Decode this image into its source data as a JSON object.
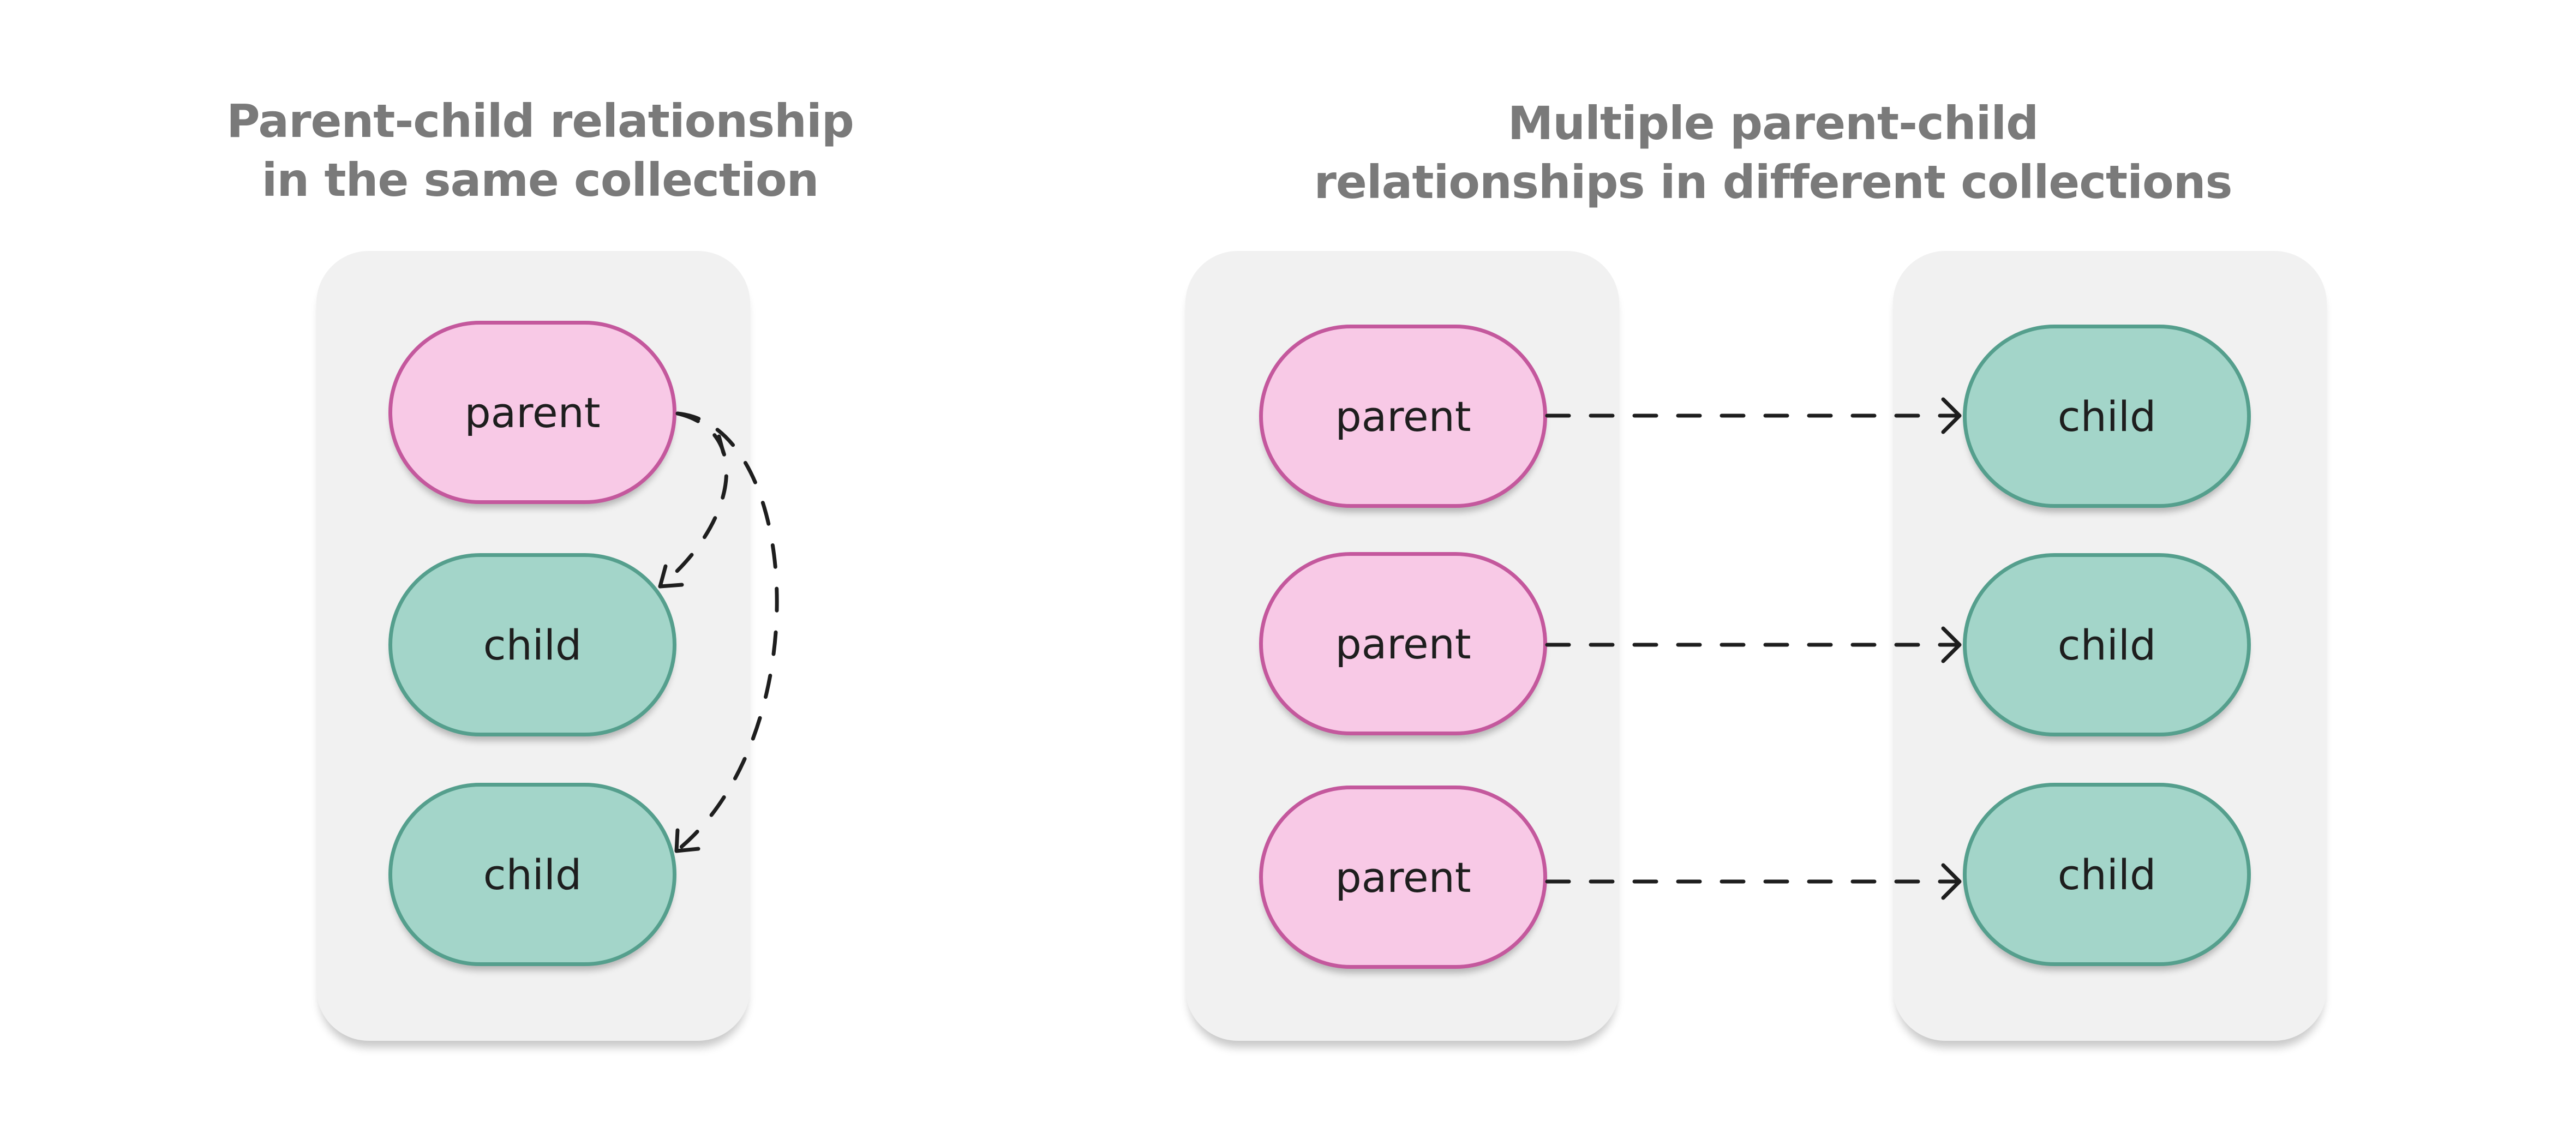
{
  "left_diagram": {
    "title": "Parent-child relationship\nin the same collection",
    "nodes": [
      {
        "label": "parent",
        "role": "parent"
      },
      {
        "label": "child",
        "role": "child"
      },
      {
        "label": "child",
        "role": "child"
      }
    ]
  },
  "right_diagram": {
    "title": "Multiple parent-child\nrelationships in different collections",
    "parent_collection": [
      {
        "label": "parent",
        "role": "parent"
      },
      {
        "label": "parent",
        "role": "parent"
      },
      {
        "label": "parent",
        "role": "parent"
      }
    ],
    "child_collection": [
      {
        "label": "child",
        "role": "child"
      },
      {
        "label": "child",
        "role": "child"
      },
      {
        "label": "child",
        "role": "child"
      }
    ]
  },
  "colors": {
    "parent_fill": "#f8c9e6",
    "parent_border": "#c4589d",
    "child_fill": "#a3d5c9",
    "child_border": "#559f8d",
    "panel": "#f1f1f1",
    "title": "#7a7a7a",
    "arrow": "#1e1e1e"
  }
}
